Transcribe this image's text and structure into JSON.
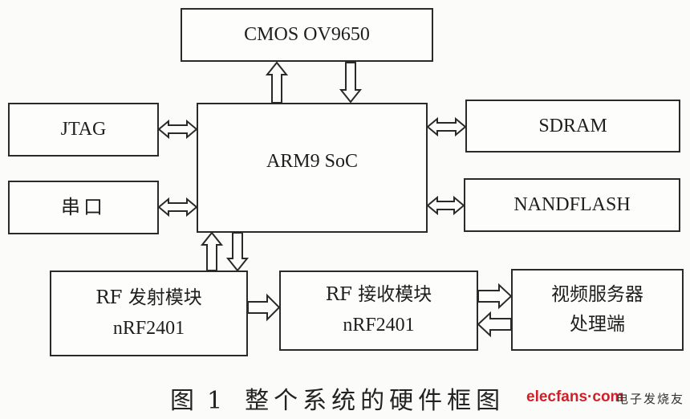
{
  "diagram": {
    "blocks": {
      "cmos": {
        "label": "CMOS OV9650"
      },
      "jtag": {
        "label": "JTAG"
      },
      "serial": {
        "label": "串口"
      },
      "arm": {
        "label": "ARM9 SoC"
      },
      "sdram": {
        "label": "SDRAM"
      },
      "nandflash": {
        "label": "NANDFLASH"
      },
      "rf_tx": {
        "line1": "RF 发射模块",
        "line2": "nRF2401"
      },
      "rf_rx": {
        "line1": "RF 接收模块",
        "line2": "nRF2401"
      },
      "video_server": {
        "line1": "视频服务器",
        "line2": "处理端"
      }
    },
    "connections": [
      {
        "from": "arm",
        "to": "cmos",
        "type": "one-way"
      },
      {
        "from": "cmos",
        "to": "arm",
        "type": "one-way"
      },
      {
        "from": "jtag",
        "to": "arm",
        "type": "bidirectional"
      },
      {
        "from": "serial",
        "to": "arm",
        "type": "bidirectional"
      },
      {
        "from": "arm",
        "to": "sdram",
        "type": "bidirectional"
      },
      {
        "from": "arm",
        "to": "nandflash",
        "type": "bidirectional"
      },
      {
        "from": "rf_tx",
        "to": "arm",
        "type": "one-way"
      },
      {
        "from": "arm",
        "to": "rf_tx",
        "type": "one-way"
      },
      {
        "from": "rf_tx",
        "to": "rf_rx",
        "type": "one-way"
      },
      {
        "from": "rf_rx",
        "to": "video_server",
        "type": "one-way"
      },
      {
        "from": "video_server",
        "to": "rf_rx",
        "type": "one-way"
      }
    ]
  },
  "caption": {
    "figure": "图",
    "number": "1",
    "title": "整个系统的硬件框图"
  },
  "watermark": {
    "site": "elecfans·com",
    "name": "电子发烧友"
  }
}
